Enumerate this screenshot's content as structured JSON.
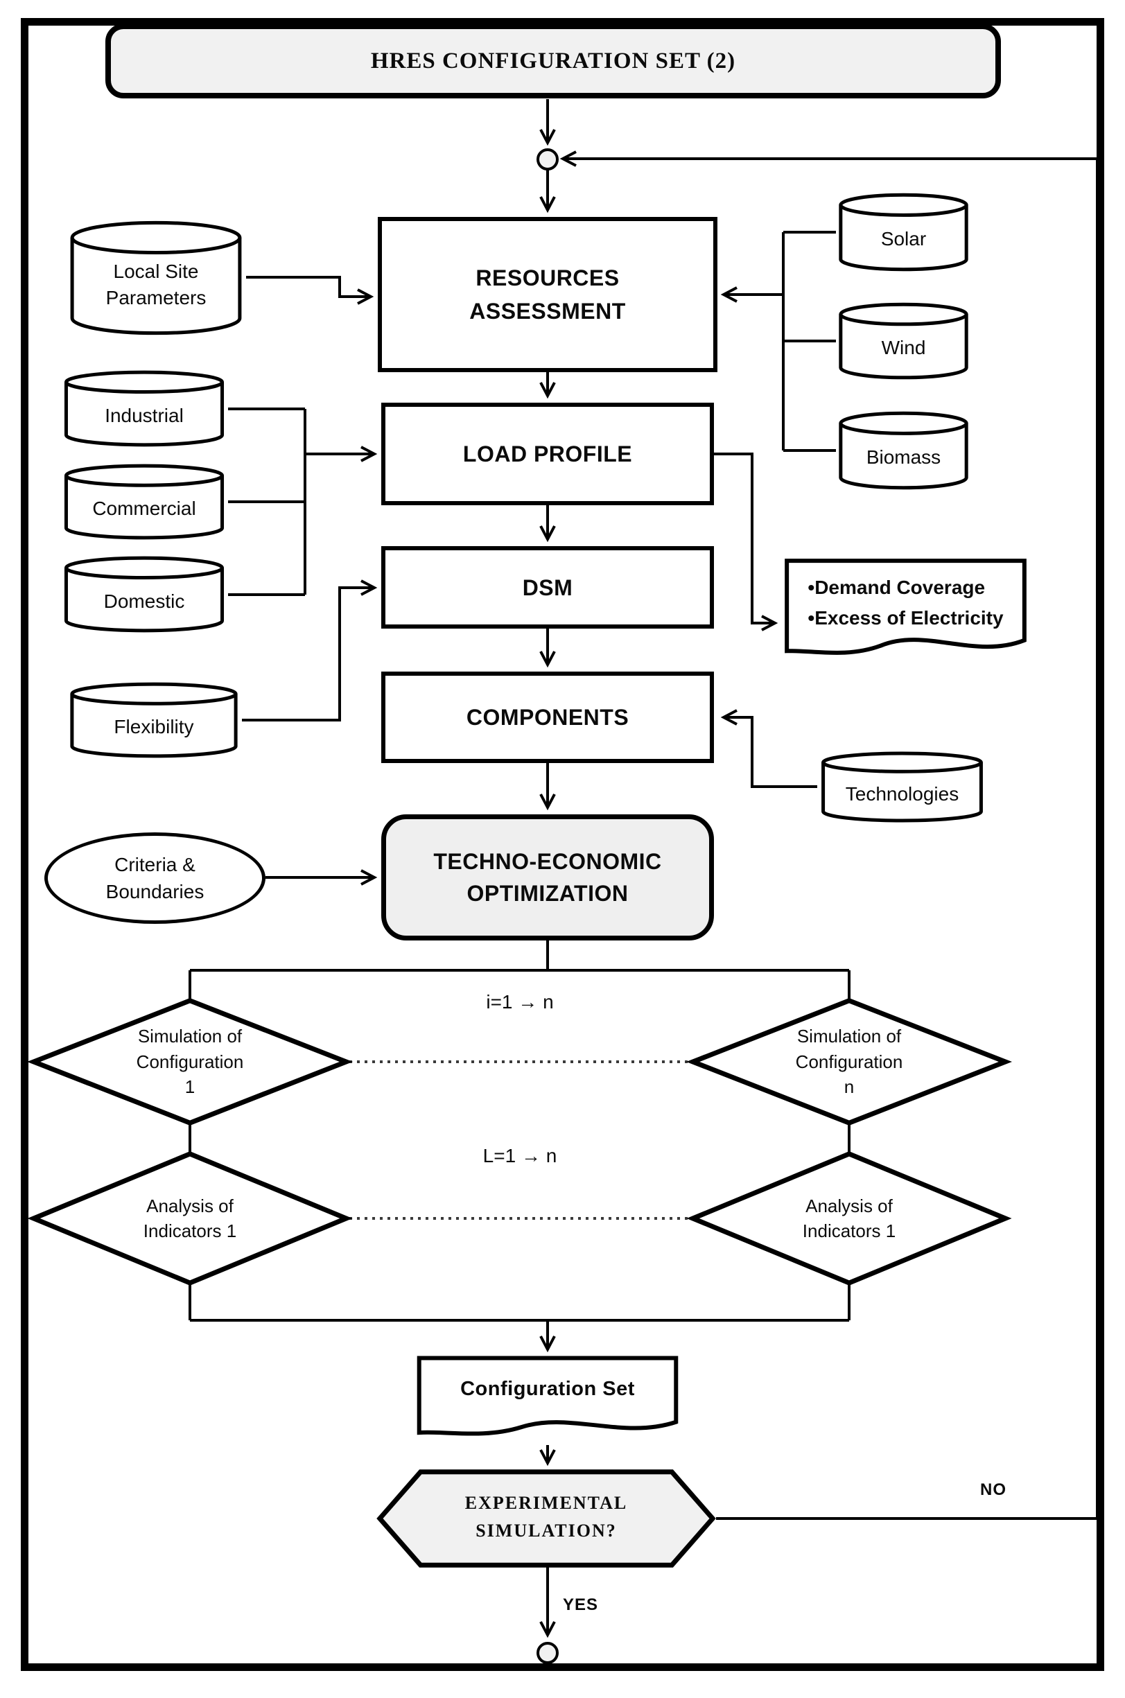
{
  "title": {
    "label": "HRES CONFIGURATION  SET (2)"
  },
  "processes": {
    "resources": "RESOURCES\nASSESSMENT",
    "load_profile": "LOAD PROFILE",
    "dsm": "DSM",
    "components": "COMPONENTS",
    "optimization": "TECHNO-ECONOMIC\nOPTIMIZATION"
  },
  "datastores": {
    "local_site": "Local Site\nParameters",
    "industrial": "Industrial",
    "commercial": "Commercial",
    "domestic": "Domestic",
    "flexibility": "Flexibility",
    "solar": "Solar",
    "wind": "Wind",
    "biomass": "Biomass",
    "technologies": "Technologies"
  },
  "ellipse": {
    "criteria": "Criteria &\nBoundaries"
  },
  "documents": {
    "outputs": "•Demand Coverage\n•Excess of Electricity",
    "config_set": "Configuration Set"
  },
  "decisions": {
    "sim_1": "Simulation of\nConfiguration\n1",
    "sim_n": "Simulation of\nConfiguration\nn",
    "ana_1": "Analysis of\nIndicators 1",
    "ana_n": "Analysis of\nIndicators 1"
  },
  "hexagon": {
    "experimental": "EXPERIMENTAL\nSIMULATION?"
  },
  "edge_labels": {
    "iter_i": "i=1 → n",
    "iter_l": "L=1 → n",
    "no": "NO",
    "yes": "YES"
  },
  "colors": {
    "stroke": "#000000",
    "fill_gray": "#f1f1f1",
    "fill_white": "#ffffff"
  }
}
